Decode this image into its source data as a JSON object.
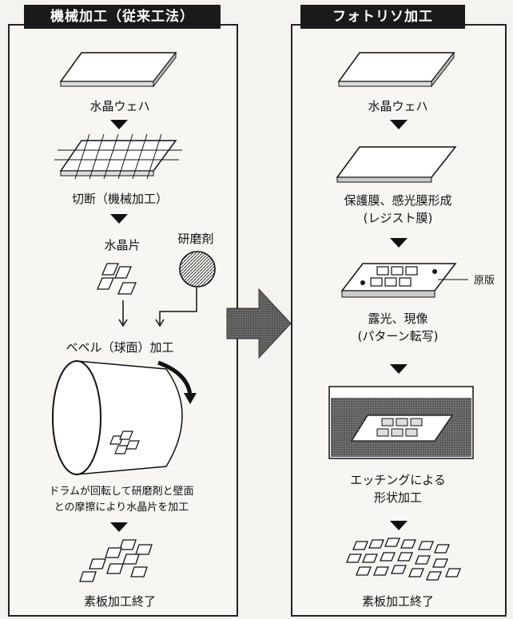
{
  "left": {
    "title": "機械加工（従来工法）",
    "step1": "水晶ウェハ",
    "step2": "切断（機械加工）",
    "piece": "水晶片",
    "abrasive": "研磨剤",
    "step3": "ベベル（球面）加工",
    "desc_line1": "ドラムが回転して研磨剤と壁面",
    "desc_line2": "との摩擦により水晶片を加工",
    "final": "素板加工終了"
  },
  "right": {
    "title": "フォトリソ加工",
    "step1": "水晶ウェハ",
    "step2_line1": "保護膜、感光膜形成",
    "step2_line2": "(レジスト膜)",
    "mask": "原版",
    "step3_line1": "露光、現像",
    "step3_line2": "(パターン転写)",
    "step4_line1": "エッチングによる",
    "step4_line2": "形状加工",
    "final": "素板加工終了"
  }
}
